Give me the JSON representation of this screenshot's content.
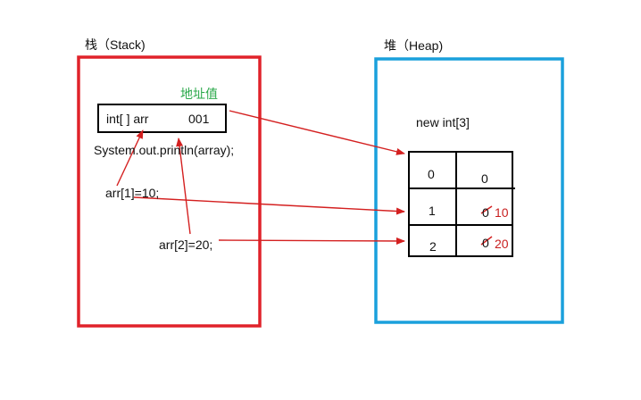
{
  "stack": {
    "title": "栈（Stack)",
    "address_note": "地址值",
    "var_decl": "int[ ] arr",
    "address_value": "001",
    "print_stmt": "System.out.println(array);",
    "assign1": "arr[1]=10;",
    "assign2": "arr[2]=20;"
  },
  "heap": {
    "title": "堆（Heap)",
    "new_expr": "new int[3]",
    "rows": [
      {
        "index": "0",
        "old_value": "0",
        "new_value": ""
      },
      {
        "index": "1",
        "old_value": "0",
        "new_value": "10"
      },
      {
        "index": "2",
        "old_value": "0",
        "new_value": "20"
      }
    ]
  },
  "colors": {
    "stack_border": "#e0222a",
    "heap_border": "#1aa0dc",
    "arrow": "#d42020",
    "address_note": "#2aa84a",
    "new_value": "#c81e1e"
  }
}
